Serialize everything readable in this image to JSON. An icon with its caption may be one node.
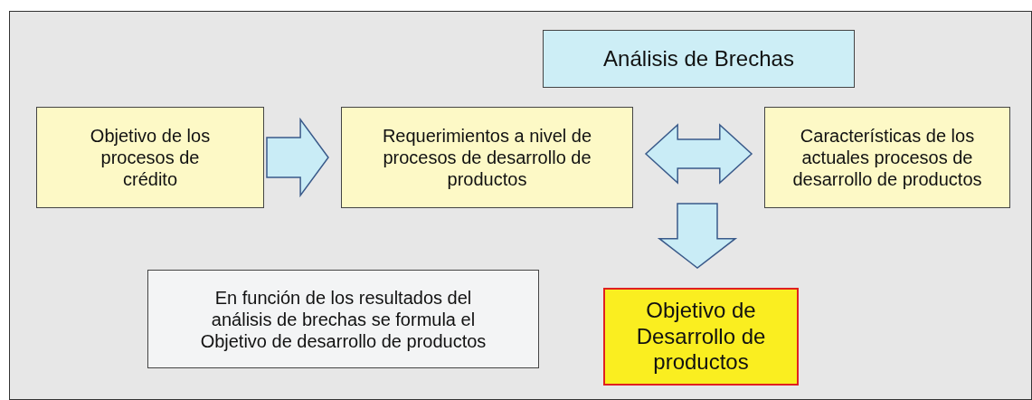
{
  "diagram": {
    "nodes": [
      {
        "text": [
          "Análisis de Brechas"
        ]
      },
      {
        "text": [
          "Objetivo de los procesos de crédito"
        ]
      },
      {
        "text": [
          "Requerimientos a nivel de procesos de desarrollo de productos"
        ]
      },
      {
        "text": [
          "Características de los actuales procesos de desarrollo de productos"
        ]
      },
      {
        "text": [
          "En función de los resultados del análisis de brechas se formula el Objetivo de desarrollo de productos"
        ]
      },
      {
        "text": [
          "Objetivo de Desarrollo de productos"
        ]
      }
    ],
    "edges": [
      {
        "from": 1,
        "to": 2,
        "arrow": "to"
      },
      {
        "from": 2,
        "to": 3,
        "arrow": "both"
      },
      {
        "from": null,
        "to": 5,
        "arrow": "to"
      }
    ]
  }
}
